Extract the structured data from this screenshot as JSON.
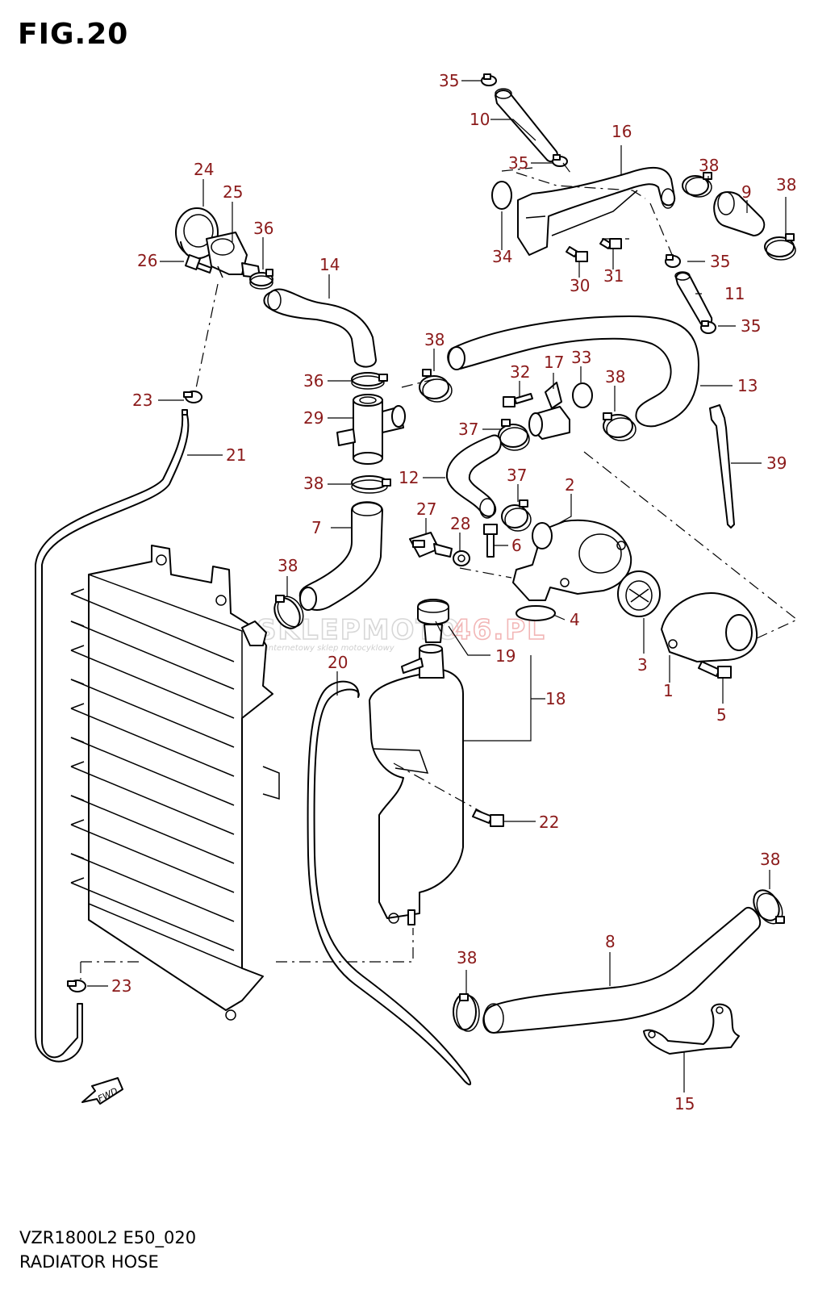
{
  "figure": {
    "title": "FIG.20",
    "model_code": "VZR1800L2 E50_020",
    "caption": "RADIATOR HOSE"
  },
  "watermark": {
    "text_a": "SKLEPMOTO",
    "text_b": "46.PL",
    "subtitle": "internetowy sklep motocyklowy",
    "colors": {
      "outline": "#d7d7d7",
      "accent": "#f2b6b6"
    }
  },
  "fwd_label": "FWD",
  "callout_color": "#8b1a1a",
  "callouts": [
    {
      "id": "c35a",
      "label": "35"
    },
    {
      "id": "c10",
      "label": "10"
    },
    {
      "id": "c16",
      "label": "16"
    },
    {
      "id": "c35b",
      "label": "35"
    },
    {
      "id": "c38a",
      "label": "38"
    },
    {
      "id": "c9",
      "label": "9"
    },
    {
      "id": "c38b",
      "label": "38"
    },
    {
      "id": "c24",
      "label": "24"
    },
    {
      "id": "c25",
      "label": "25"
    },
    {
      "id": "c36a",
      "label": "36"
    },
    {
      "id": "c26",
      "label": "26"
    },
    {
      "id": "c14",
      "label": "14"
    },
    {
      "id": "c34",
      "label": "34"
    },
    {
      "id": "c30",
      "label": "30"
    },
    {
      "id": "c31",
      "label": "31"
    },
    {
      "id": "c35c",
      "label": "35"
    },
    {
      "id": "c11",
      "label": "11"
    },
    {
      "id": "c35d",
      "label": "35"
    },
    {
      "id": "c38c",
      "label": "38"
    },
    {
      "id": "c36b",
      "label": "36"
    },
    {
      "id": "c32",
      "label": "32"
    },
    {
      "id": "c17",
      "label": "17"
    },
    {
      "id": "c33",
      "label": "33"
    },
    {
      "id": "c38d",
      "label": "38"
    },
    {
      "id": "c13",
      "label": "13"
    },
    {
      "id": "c23a",
      "label": "23"
    },
    {
      "id": "c29",
      "label": "29"
    },
    {
      "id": "c21",
      "label": "21"
    },
    {
      "id": "c37a",
      "label": "37"
    },
    {
      "id": "c39",
      "label": "39"
    },
    {
      "id": "c12",
      "label": "12"
    },
    {
      "id": "c38e",
      "label": "38"
    },
    {
      "id": "c37b",
      "label": "37"
    },
    {
      "id": "c2",
      "label": "2"
    },
    {
      "id": "c27",
      "label": "27"
    },
    {
      "id": "c28",
      "label": "28"
    },
    {
      "id": "c7",
      "label": "7"
    },
    {
      "id": "c6",
      "label": "6"
    },
    {
      "id": "c38f",
      "label": "38"
    },
    {
      "id": "c4",
      "label": "4"
    },
    {
      "id": "c19",
      "label": "19"
    },
    {
      "id": "c20",
      "label": "20"
    },
    {
      "id": "c3",
      "label": "3"
    },
    {
      "id": "c1",
      "label": "1"
    },
    {
      "id": "c18",
      "label": "18"
    },
    {
      "id": "c5",
      "label": "5"
    },
    {
      "id": "c22",
      "label": "22"
    },
    {
      "id": "c38g",
      "label": "38"
    },
    {
      "id": "c8",
      "label": "8"
    },
    {
      "id": "c38h",
      "label": "38"
    },
    {
      "id": "c23b",
      "label": "23"
    },
    {
      "id": "c15",
      "label": "15"
    }
  ]
}
